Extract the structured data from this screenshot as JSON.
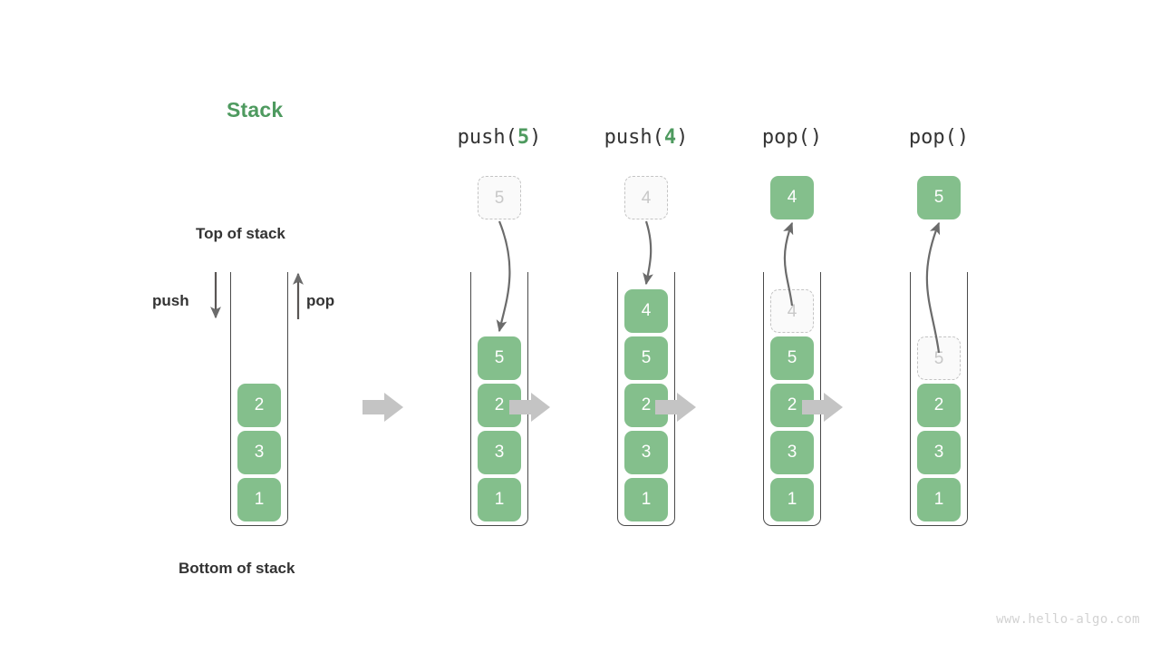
{
  "title": "Stack",
  "brand_color": "#4e9a5f",
  "cell_color": "#84bf8c",
  "labels": {
    "top_of_stack": "Top of stack",
    "bottom_of_stack": "Bottom of stack",
    "push": "push",
    "pop": "pop"
  },
  "watermark": "www.hello-algo.com",
  "initial_stack": {
    "cells": [
      "2",
      "3",
      "1"
    ]
  },
  "steps": [
    {
      "caption_prefix": "push(",
      "caption_arg": "5",
      "caption_suffix": ")",
      "floating_cell": {
        "value": "5",
        "style": "ghost"
      },
      "direction": "in",
      "cells": [
        {
          "value": "5",
          "style": "solid"
        },
        {
          "value": "2",
          "style": "solid"
        },
        {
          "value": "3",
          "style": "solid"
        },
        {
          "value": "1",
          "style": "solid"
        }
      ]
    },
    {
      "caption_prefix": "push(",
      "caption_arg": "4",
      "caption_suffix": ")",
      "floating_cell": {
        "value": "4",
        "style": "ghost"
      },
      "direction": "in",
      "cells": [
        {
          "value": "4",
          "style": "solid"
        },
        {
          "value": "5",
          "style": "solid"
        },
        {
          "value": "2",
          "style": "solid"
        },
        {
          "value": "3",
          "style": "solid"
        },
        {
          "value": "1",
          "style": "solid"
        }
      ]
    },
    {
      "caption_prefix": "pop(",
      "caption_arg": "",
      "caption_suffix": ")",
      "floating_cell": {
        "value": "4",
        "style": "solid"
      },
      "direction": "out",
      "cells": [
        {
          "value": "4",
          "style": "ghost"
        },
        {
          "value": "5",
          "style": "solid"
        },
        {
          "value": "2",
          "style": "solid"
        },
        {
          "value": "3",
          "style": "solid"
        },
        {
          "value": "1",
          "style": "solid"
        }
      ]
    },
    {
      "caption_prefix": "pop(",
      "caption_arg": "",
      "caption_suffix": ")",
      "floating_cell": {
        "value": "5",
        "style": "solid"
      },
      "direction": "out",
      "cells": [
        {
          "value": "5",
          "style": "ghost"
        },
        {
          "value": "2",
          "style": "solid"
        },
        {
          "value": "3",
          "style": "solid"
        },
        {
          "value": "1",
          "style": "solid"
        }
      ]
    }
  ]
}
